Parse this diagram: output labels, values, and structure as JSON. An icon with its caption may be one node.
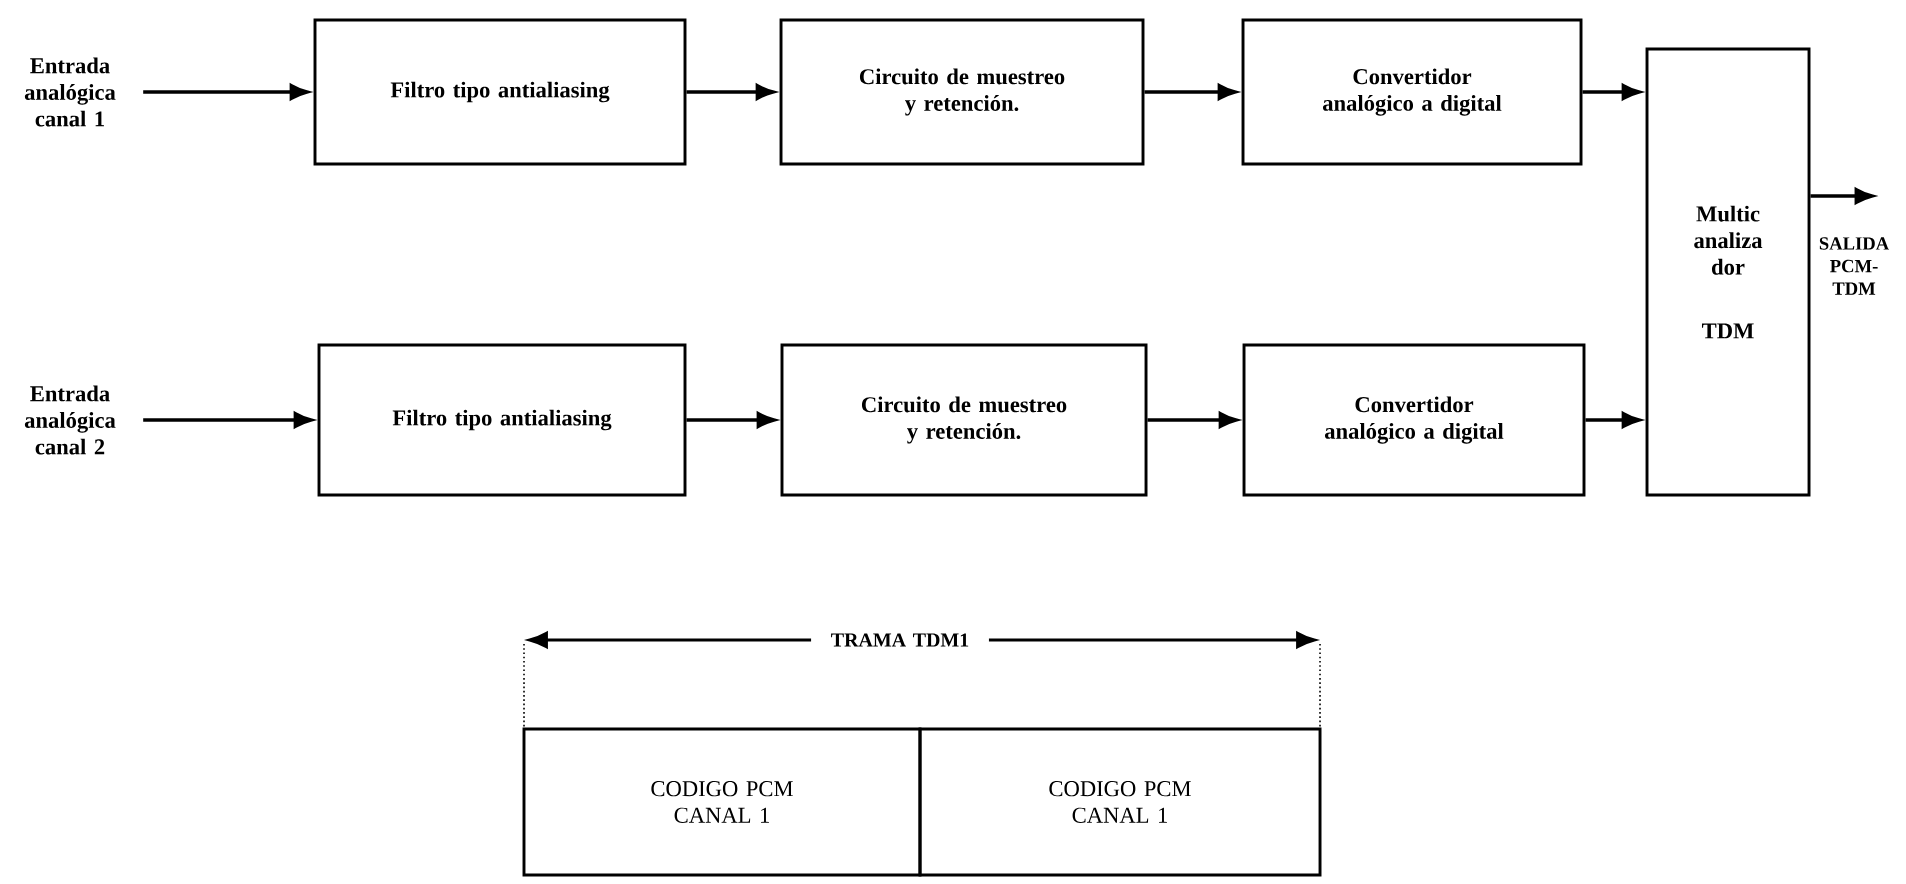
{
  "diagram": {
    "nodes": [
      {
        "text": [
          "Entrada analógica canal 1"
        ]
      },
      {
        "text": [
          "Filtro tipo antialiasing"
        ]
      },
      {
        "text": [
          "Circuito de muestreo y retención."
        ]
      },
      {
        "text": [
          "Convertidor analógico a digital"
        ]
      },
      {
        "text": [
          "Entrada analógica canal 2"
        ]
      },
      {
        "text": [
          "Filtro tipo antialiasing"
        ]
      },
      {
        "text": [
          "Circuito de muestreo y retención."
        ]
      },
      {
        "text": [
          "Convertidor analógico a digital"
        ]
      },
      {
        "text": [
          "Multic analiza dor",
          "TDM"
        ]
      },
      {
        "text": [
          "CODIGO PCM CANAL 1"
        ]
      },
      {
        "text": [
          "CODIGO PCM CANAL 1"
        ]
      }
    ],
    "edges": [
      {
        "from": 0,
        "to": 1,
        "arrow": "to"
      },
      {
        "from": 1,
        "to": 2,
        "arrow": "to"
      },
      {
        "from": 2,
        "to": 3,
        "arrow": "to"
      },
      {
        "from": 3,
        "to": 8,
        "arrow": "to"
      },
      {
        "from": 4,
        "to": 5,
        "arrow": "to"
      },
      {
        "from": 5,
        "to": 6,
        "arrow": "to"
      },
      {
        "from": 6,
        "to": 7,
        "arrow": "to"
      },
      {
        "from": 7,
        "to": 8,
        "arrow": "to"
      },
      {
        "from": 8,
        "to": null,
        "arrow": "to"
      }
    ],
    "labels": [
      "SALIDA PCM-TDM",
      "TRAMA TDM1"
    ]
  }
}
